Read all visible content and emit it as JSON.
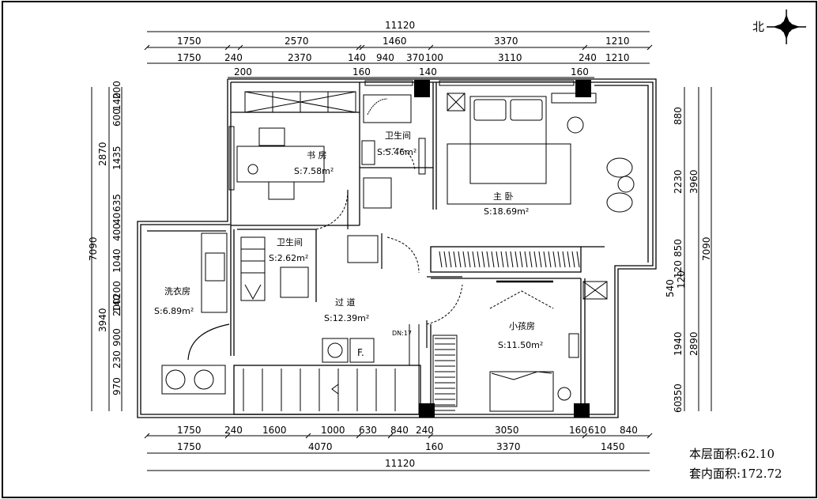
{
  "compass": {
    "label": "北"
  },
  "dimensions": {
    "top_overall": "11120",
    "top_row1": [
      "1750",
      "2570",
      "1460",
      "3370",
      "1210"
    ],
    "top_row2": [
      "1750",
      "240",
      "2370",
      "140",
      "940",
      "370",
      "100",
      "3110",
      "240",
      "1210"
    ],
    "top_row3": [
      "200",
      "160",
      "140",
      "160"
    ],
    "bottom_row1": [
      "1750",
      "240",
      "1600",
      "1000",
      "630",
      "840",
      "240",
      "3050",
      "160",
      "610",
      "840"
    ],
    "bottom_row2": [
      "1750",
      "4070",
      "160",
      "3370",
      "1450"
    ],
    "bottom_overall": "11120",
    "left_overall": "7090",
    "left_upper": "2870",
    "left_lower": "3940",
    "left_detail": [
      "200",
      "140",
      "600",
      "1435",
      "635",
      "40",
      "400",
      "1040",
      "200",
      "200",
      "140",
      "900",
      "230",
      "970"
    ],
    "right_outer": "7090",
    "right_mid": [
      "3960",
      "2890"
    ],
    "right_inner": [
      "880",
      "2230",
      "850",
      "120",
      "540",
      "120",
      "1940",
      "350",
      "60"
    ]
  },
  "rooms": [
    {
      "name": "书 房",
      "area": "S:7.58m²"
    },
    {
      "name": "卫生间",
      "area": "S:5.46m²"
    },
    {
      "name": "主 卧",
      "area": "S:18.69m²"
    },
    {
      "name": "卫生间",
      "area": "S:2.62m²"
    },
    {
      "name": "洗衣房",
      "area": "S:6.89m²"
    },
    {
      "name": "过 道",
      "area": "S:12.39m²"
    },
    {
      "name": "小孩房",
      "area": "S:11.50m²"
    }
  ],
  "stair_label": "DN:17",
  "fixture_label": "F.",
  "summary": {
    "floor_area_label": "本层面积:",
    "floor_area_value": "62.10",
    "interior_area_label": "套内面积:",
    "interior_area_value": "172.72"
  }
}
